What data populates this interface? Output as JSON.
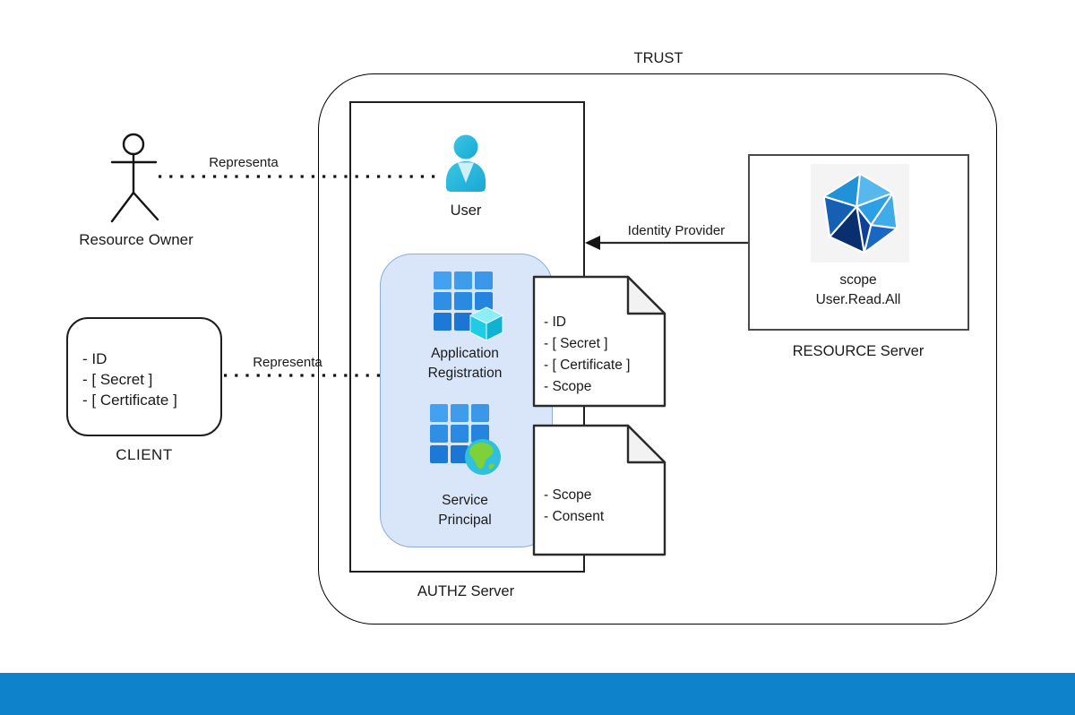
{
  "diagram": {
    "trust_label": "TRUST",
    "resource_owner": {
      "label": "Resource Owner"
    },
    "client": {
      "label": "CLIENT",
      "attributes": [
        "- ID",
        "- [ Secret ]",
        "- [ Certificate ]"
      ]
    },
    "authz": {
      "label": "AUTHZ Server",
      "user_label": "User",
      "app_registration_line1": "Application",
      "app_registration_line2": "Registration",
      "service_principal_line1": "Service",
      "service_principal_line2": "Principal"
    },
    "resource_server": {
      "label": "RESOURCE Server",
      "scope_line1": "scope",
      "scope_line2": "User.Read.All"
    },
    "documents": [
      {
        "lines": [
          "- ID",
          "- [ Secret ]",
          "- [ Certificate ]",
          "- Scope"
        ]
      },
      {
        "lines": [
          "- Scope",
          "- Consent"
        ]
      }
    ],
    "connections": {
      "representa_user": "Representa",
      "representa_client": "Representa",
      "identity_provider": "Identity Provider"
    },
    "icons": {
      "resource_owner": "stick-figure-icon",
      "user": "user-icon",
      "application_registration": "app-grid-cube-icon",
      "service_principal": "app-grid-globe-icon",
      "resource_scope": "graph-polyhedron-icon"
    },
    "colors": {
      "footer_bar": "#0e82ca",
      "container_fill": "#d9e6fa",
      "container_border": "#8fabd9",
      "user_icon": "#27b6db",
      "grid_blue": "#2b8ce2",
      "cube_cyan": "#23c8e2",
      "globe_green": "#7ed138",
      "doc_fold": "#f2f2f2"
    }
  }
}
